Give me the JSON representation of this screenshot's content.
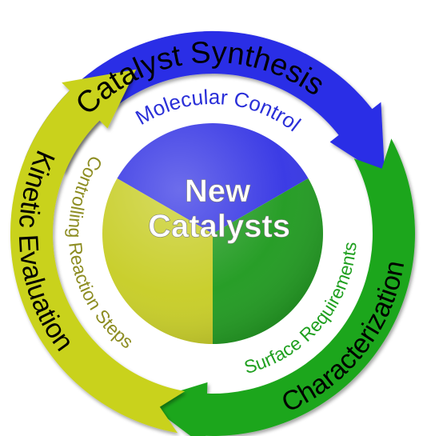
{
  "center": {
    "line1": "New",
    "line2": "Catalysts"
  },
  "arrows": [
    {
      "key": "synthesis",
      "outer_label": "Catalyst Synthesis",
      "inner_label": "Molecular Control",
      "color": "#2b2ee6",
      "inner_text_color": "#2a2fd8"
    },
    {
      "key": "characterization",
      "outer_label": "Characterization",
      "inner_label": "Surface Requirements",
      "color": "#1fa61c",
      "inner_text_color": "#20a020"
    },
    {
      "key": "kinetic",
      "outer_label": "Kinetic Evaluation",
      "inner_label": "Controlling Reaction Steps",
      "color": "#c9d21a",
      "inner_text_color": "#8d8d22"
    }
  ],
  "sectors": [
    {
      "key": "top",
      "color": "#3434e4"
    },
    {
      "key": "right",
      "color": "#1f9a1f"
    },
    {
      "key": "left",
      "color": "#c7cd25"
    }
  ],
  "colors": {
    "outer_text": "#000000",
    "center_text": "#ffffff"
  }
}
